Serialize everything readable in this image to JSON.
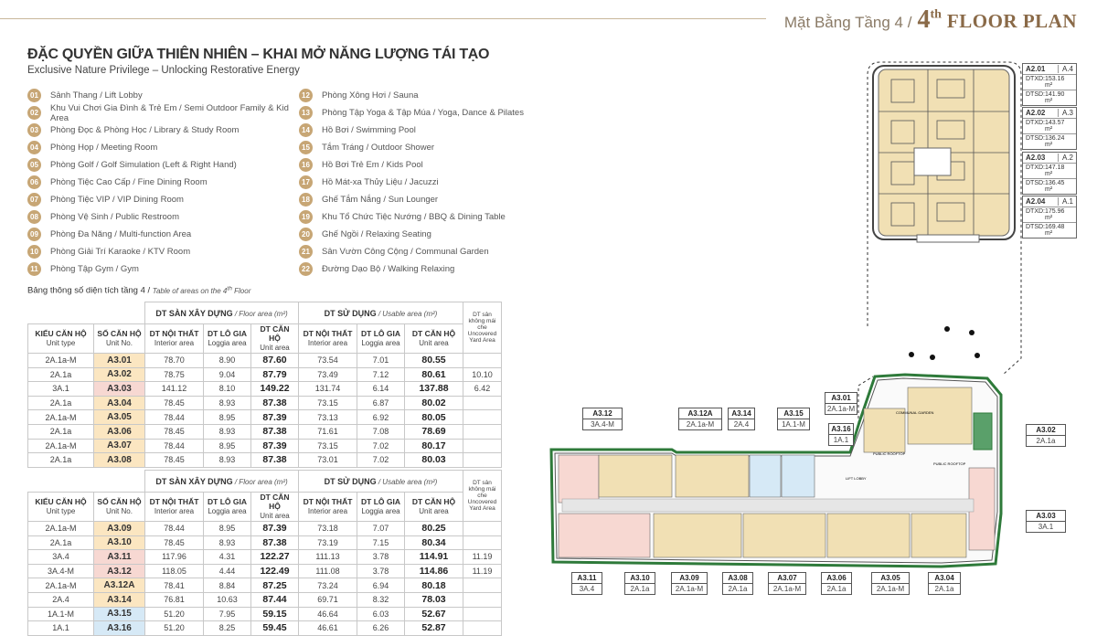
{
  "header": {
    "vn": "Mặt Bằng Tầng 4 /",
    "num": "4",
    "sup": "th",
    "en": "FLOOR PLAN"
  },
  "title": "ĐẶC QUYỀN GIỮA THIÊN NHIÊN – KHAI MỞ NĂNG LƯỢNG TÁI TẠO",
  "subtitle": "Exclusive Nature Privilege – Unlocking Restorative Energy",
  "legend_left": [
    {
      "n": "01",
      "t": "Sảnh Thang / Lift Lobby"
    },
    {
      "n": "02",
      "t": "Khu Vui Chơi Gia Đình & Trẻ Em / Semi Outdoor Family & Kid Area"
    },
    {
      "n": "03",
      "t": "Phòng Đọc & Phòng Học / Library & Study Room"
    },
    {
      "n": "04",
      "t": "Phòng Họp / Meeting Room"
    },
    {
      "n": "05",
      "t": "Phòng Golf / Golf Simulation (Left & Right Hand)"
    },
    {
      "n": "06",
      "t": "Phòng Tiệc Cao Cấp / Fine Dining Room"
    },
    {
      "n": "07",
      "t": "Phòng Tiệc VIP / VIP Dining Room"
    },
    {
      "n": "08",
      "t": "Phòng Vệ Sinh / Public Restroom"
    },
    {
      "n": "09",
      "t": "Phòng Đa Năng / Multi-function Area"
    },
    {
      "n": "10",
      "t": "Phòng Giải Trí Karaoke / KTV Room"
    },
    {
      "n": "11",
      "t": "Phòng Tập Gym / Gym"
    }
  ],
  "legend_right": [
    {
      "n": "12",
      "t": "Phòng Xông Hơi / Sauna"
    },
    {
      "n": "13",
      "t": "Phòng Tập Yoga & Tập Múa / Yoga, Dance & Pilates"
    },
    {
      "n": "14",
      "t": "Hồ Bơi / Swimming Pool"
    },
    {
      "n": "15",
      "t": "Tắm Tráng / Outdoor Shower"
    },
    {
      "n": "16",
      "t": "Hồ Bơi Trẻ Em / Kids Pool"
    },
    {
      "n": "17",
      "t": "Hồ Mát-xa Thủy Liệu / Jacuzzi"
    },
    {
      "n": "18",
      "t": "Ghế Tắm Nắng / Sun Lounger"
    },
    {
      "n": "19",
      "t": "Khu Tổ Chức Tiệc Nướng / BBQ & Dining Table"
    },
    {
      "n": "20",
      "t": "Ghế Ngồi / Relaxing Seating"
    },
    {
      "n": "21",
      "t": "Sân Vườn Công Cộng / Communal Garden"
    },
    {
      "n": "22",
      "t": "Đường Dạo Bộ / Walking Relaxing"
    }
  ],
  "table_caption": {
    "vn": "Bảng thông số diện tích tầng 4 / ",
    "en": "Table of areas on the 4",
    "sup": "th",
    "en2": " Floor"
  },
  "table_headers": {
    "floor": "DT SÀN XÂY DỰNG",
    "floor_en": " / Floor area (m²)",
    "usable": "DT SỬ DỤNG",
    "usable_en": " / Usable area (m²)",
    "type": "KIỂU CĂN HỘ",
    "type_en": "Unit type",
    "unit": "SỐ CĂN HỘ",
    "unit_en": "Unit No.",
    "interior": "DT NỘI THẤT",
    "interior_en": "Interior area",
    "loggia": "DT LÔ GIA",
    "loggia_en": "Loggia area",
    "unitarea": "DT CĂN HỘ",
    "unitarea_en": "Unit area",
    "yard": "DT sân không mái che",
    "yard_en": "Uncovered Yard Area"
  },
  "table1": [
    [
      "2A.1a-M",
      "A3.01",
      "78.70",
      "8.90",
      "87.60",
      "73.54",
      "7.01",
      "80.55",
      "",
      "g"
    ],
    [
      "2A.1a",
      "A3.02",
      "78.75",
      "9.04",
      "87.79",
      "73.49",
      "7.12",
      "80.61",
      "10.10",
      "g"
    ],
    [
      "3A.1",
      "A3.03",
      "141.12",
      "8.10",
      "149.22",
      "131.74",
      "6.14",
      "137.88",
      "6.42",
      "p"
    ],
    [
      "2A.1a",
      "A3.04",
      "78.45",
      "8.93",
      "87.38",
      "73.15",
      "6.87",
      "80.02",
      "",
      "g"
    ],
    [
      "2A.1a-M",
      "A3.05",
      "78.44",
      "8.95",
      "87.39",
      "73.13",
      "6.92",
      "80.05",
      "",
      "g"
    ],
    [
      "2A.1a",
      "A3.06",
      "78.45",
      "8.93",
      "87.38",
      "71.61",
      "7.08",
      "78.69",
      "",
      "g"
    ],
    [
      "2A.1a-M",
      "A3.07",
      "78.44",
      "8.95",
      "87.39",
      "73.15",
      "7.02",
      "80.17",
      "",
      "g"
    ],
    [
      "2A.1a",
      "A3.08",
      "78.45",
      "8.93",
      "87.38",
      "73.01",
      "7.02",
      "80.03",
      "",
      "g"
    ]
  ],
  "table2": [
    [
      "2A.1a-M",
      "A3.09",
      "78.44",
      "8.95",
      "87.39",
      "73.18",
      "7.07",
      "80.25",
      "",
      "g"
    ],
    [
      "2A.1a",
      "A3.10",
      "78.45",
      "8.93",
      "87.38",
      "73.19",
      "7.15",
      "80.34",
      "",
      "g"
    ],
    [
      "3A.4",
      "A3.11",
      "117.96",
      "4.31",
      "122.27",
      "111.13",
      "3.78",
      "114.91",
      "11.19",
      "p"
    ],
    [
      "3A.4-M",
      "A3.12",
      "118.05",
      "4.44",
      "122.49",
      "111.08",
      "3.78",
      "114.86",
      "11.19",
      "p"
    ],
    [
      "2A.1a-M",
      "A3.12A",
      "78.41",
      "8.84",
      "87.25",
      "73.24",
      "6.94",
      "80.18",
      "",
      "g"
    ],
    [
      "2A.4",
      "A3.14",
      "76.81",
      "10.63",
      "87.44",
      "69.71",
      "8.32",
      "78.03",
      "",
      "g"
    ],
    [
      "1A.1-M",
      "A3.15",
      "51.20",
      "7.95",
      "59.15",
      "46.64",
      "6.03",
      "52.67",
      "",
      "b"
    ],
    [
      "1A.1",
      "A3.16",
      "51.20",
      "8.25",
      "59.45",
      "46.61",
      "6.26",
      "52.87",
      "",
      "b"
    ]
  ],
  "plan_labels": [
    {
      "id": "A3.12",
      "type": "3A.4-M"
    },
    {
      "id": "A3.12A",
      "type": "2A.1a-M"
    },
    {
      "id": "A3.14",
      "type": "2A.4"
    },
    {
      "id": "A3.15",
      "type": "1A.1-M"
    },
    {
      "id": "A3.01",
      "type": "2A.1a-M"
    },
    {
      "id": "A3.16",
      "type": "1A.1"
    },
    {
      "id": "A3.02",
      "type": "2A.1a"
    },
    {
      "id": "A3.03",
      "type": "3A.1"
    },
    {
      "id": "A3.11",
      "type": "3A.4"
    },
    {
      "id": "A3.10",
      "type": "2A.1a"
    },
    {
      "id": "A3.09",
      "type": "2A.1a-M"
    },
    {
      "id": "A3.08",
      "type": "2A.1a"
    },
    {
      "id": "A3.07",
      "type": "2A.1a-M"
    },
    {
      "id": "A3.06",
      "type": "2A.1a"
    },
    {
      "id": "A3.05",
      "type": "2A.1a-M"
    },
    {
      "id": "A3.04",
      "type": "2A.1a"
    }
  ],
  "plan_text": {
    "public_rooftop_1": "PUBLIC ROOFTOP",
    "public_rooftop_2": "PUBLIC ROOFTOP",
    "lift_lobby": "LIFT LOBBY",
    "communal": "COMMUNAL GARDEN"
  },
  "info_boxes": [
    {
      "id": "A2.01",
      "type": "A.4",
      "dtxd": "153.16 m²",
      "dtsd": "141.90 m²"
    },
    {
      "id": "A2.02",
      "type": "A.3",
      "dtxd": "143.57 m²",
      "dtsd": "136.24 m²"
    },
    {
      "id": "A2.03",
      "type": "A.2",
      "dtxd": "147.18 m²",
      "dtsd": "136.45 m²"
    },
    {
      "id": "A2.04",
      "type": "A.1",
      "dtxd": "175.96 m²",
      "dtsd": "169.48 m²"
    }
  ],
  "info_labels": {
    "dtxd": "DTXD:",
    "dtsd": "DTSD:"
  },
  "colors": {
    "gold": "#c7a675",
    "unit_orange": "#fbe6c1",
    "unit_pink": "#f7d8d2",
    "unit_blue": "#d6e9f6",
    "plan_tan": "#f1e0b4",
    "plan_green": "#2e7a3a"
  }
}
